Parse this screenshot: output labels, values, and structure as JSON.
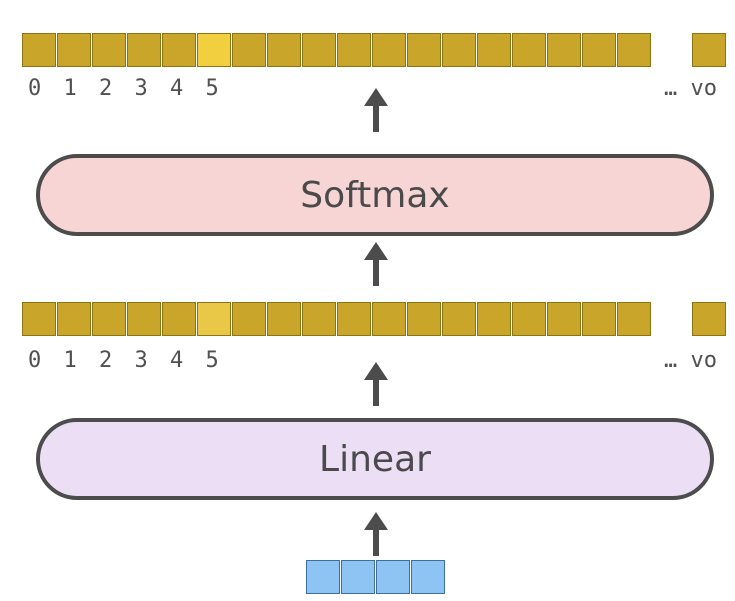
{
  "softmax_block": {
    "label": "Softmax",
    "color": "#f7d5d4"
  },
  "linear_block": {
    "label": "Linear",
    "color": "#ecdff5"
  },
  "output_vector": {
    "index_labels": [
      "0",
      "1",
      "2",
      "3",
      "4",
      "5"
    ],
    "ellipsis_label": "… vo",
    "highlight_index": 5,
    "cell_color": "#c9a62a",
    "highlight_color": "#f2cf3f"
  },
  "logits_vector": {
    "index_labels": [
      "0",
      "1",
      "2",
      "3",
      "4",
      "5"
    ],
    "ellipsis_label": "… vo",
    "highlight_index": 5,
    "cell_color": "#c9a62a",
    "highlight_color": "#e9c747"
  },
  "input_vector": {
    "cell_color": "#8dc4f4"
  }
}
